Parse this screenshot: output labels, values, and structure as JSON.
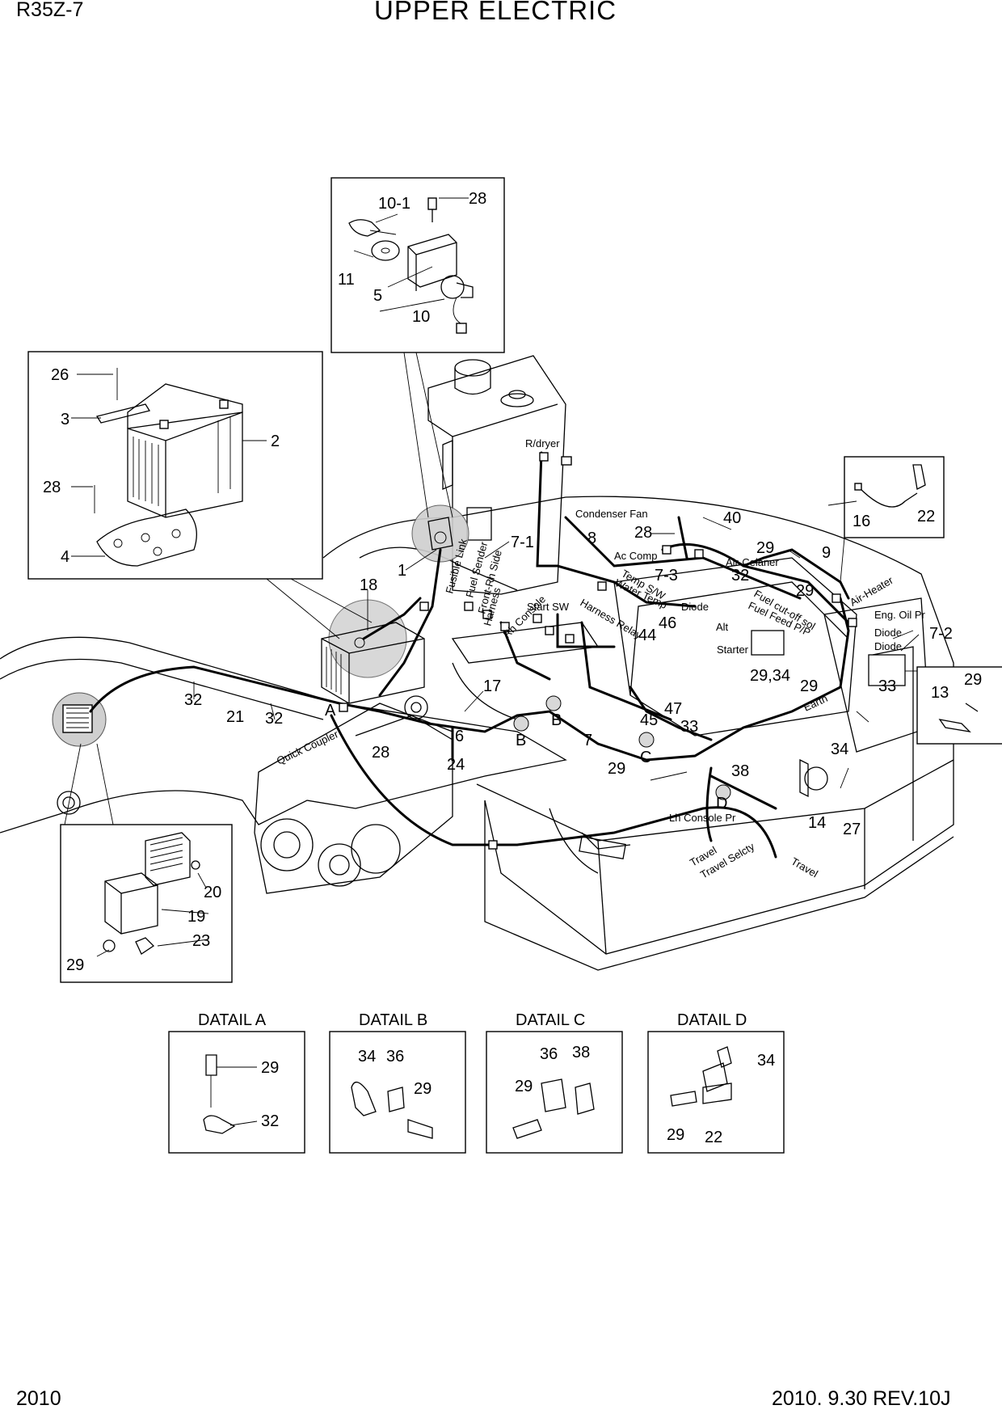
{
  "header": {
    "model": "R35Z-7",
    "title": "UPPER ELECTRIC"
  },
  "footer": {
    "page": "2010",
    "date_rev": "2010. 9.30  REV.10J"
  },
  "callouts": [
    {
      "id": "c-10-1",
      "text": "10-1"
    },
    {
      "id": "c-28-top",
      "text": "28"
    },
    {
      "id": "c-11",
      "text": "11"
    },
    {
      "id": "c-5",
      "text": "5"
    },
    {
      "id": "c-10",
      "text": "10"
    },
    {
      "id": "c-26",
      "text": "26"
    },
    {
      "id": "c-3",
      "text": "3"
    },
    {
      "id": "c-2",
      "text": "2"
    },
    {
      "id": "c-28-bat",
      "text": "28"
    },
    {
      "id": "c-4",
      "text": "4"
    },
    {
      "id": "c-1",
      "text": "1"
    },
    {
      "id": "c-18",
      "text": "18"
    },
    {
      "id": "c-7-1",
      "text": "7-1"
    },
    {
      "id": "c-8",
      "text": "8"
    },
    {
      "id": "c-28-mid",
      "text": "28"
    },
    {
      "id": "c-40",
      "text": "40"
    },
    {
      "id": "c-29-a",
      "text": "29"
    },
    {
      "id": "c-9",
      "text": "9"
    },
    {
      "id": "c-16",
      "text": "16"
    },
    {
      "id": "c-22-top",
      "text": "22"
    },
    {
      "id": "c-7-3",
      "text": "7-3"
    },
    {
      "id": "c-32-mid",
      "text": "32"
    },
    {
      "id": "c-29-b",
      "text": "29"
    },
    {
      "id": "c-7-2",
      "text": "7-2"
    },
    {
      "id": "c-46",
      "text": "46"
    },
    {
      "id": "c-44",
      "text": "44"
    },
    {
      "id": "c-29-34",
      "text": "29,34"
    },
    {
      "id": "c-29-c",
      "text": "29"
    },
    {
      "id": "c-33-r",
      "text": "33"
    },
    {
      "id": "c-13",
      "text": "13"
    },
    {
      "id": "c-29-d",
      "text": "29"
    },
    {
      "id": "c-47",
      "text": "47"
    },
    {
      "id": "c-45",
      "text": "45"
    },
    {
      "id": "c-33-m",
      "text": "33"
    },
    {
      "id": "c-34-m",
      "text": "34"
    },
    {
      "id": "c-17",
      "text": "17"
    },
    {
      "id": "c-32-l",
      "text": "32"
    },
    {
      "id": "c-21",
      "text": "21"
    },
    {
      "id": "c-32-l2",
      "text": "32"
    },
    {
      "id": "c-A",
      "text": "A"
    },
    {
      "id": "c-6",
      "text": "6"
    },
    {
      "id": "c-B1",
      "text": "B"
    },
    {
      "id": "c-B2",
      "text": "B"
    },
    {
      "id": "c-7",
      "text": "7"
    },
    {
      "id": "c-C",
      "text": "C"
    },
    {
      "id": "c-29-e",
      "text": "29"
    },
    {
      "id": "c-38",
      "text": "38"
    },
    {
      "id": "c-D",
      "text": "D"
    },
    {
      "id": "c-14",
      "text": "14"
    },
    {
      "id": "c-27",
      "text": "27"
    },
    {
      "id": "c-28-low",
      "text": "28"
    },
    {
      "id": "c-24",
      "text": "24"
    },
    {
      "id": "c-20",
      "text": "20"
    },
    {
      "id": "c-19",
      "text": "19"
    },
    {
      "id": "c-23",
      "text": "23"
    },
    {
      "id": "c-29-lamp",
      "text": "29"
    }
  ],
  "connector_labels": [
    {
      "id": "l-rdryer",
      "text": "R/dryer"
    },
    {
      "id": "l-condenser",
      "text": "Condenser Fan"
    },
    {
      "id": "l-accomp",
      "text": "Ac Comp"
    },
    {
      "id": "l-aircleaner",
      "text": "Air-Celaner"
    },
    {
      "id": "l-fusible",
      "text": "Fusible Link"
    },
    {
      "id": "l-fuelsender",
      "text": "Fuel Sender"
    },
    {
      "id": "l-frontrh",
      "text": "Front-Rh Side"
    },
    {
      "id": "l-harness",
      "text": "Harness"
    },
    {
      "id": "l-rhconsole",
      "text": "Rh Console"
    },
    {
      "id": "l-startsw",
      "text": "Start SW"
    },
    {
      "id": "l-harnessrelay",
      "text": "Harness Relay"
    },
    {
      "id": "l-tempsw",
      "text": "Temp S/W"
    },
    {
      "id": "l-watertemp",
      "text": "Water Temp"
    },
    {
      "id": "l-diode1",
      "text": "Diode"
    },
    {
      "id": "l-alt",
      "text": "Alt"
    },
    {
      "id": "l-starter",
      "text": "Starter"
    },
    {
      "id": "l-fuelcutoff",
      "text": "Fuel cut-off sol"
    },
    {
      "id": "l-fuelfeed",
      "text": "Fuel Feed P/P"
    },
    {
      "id": "l-airheater",
      "text": "Air-Heater"
    },
    {
      "id": "l-engoil",
      "text": "Eng. Oil Pr"
    },
    {
      "id": "l-diode2",
      "text": "Diode"
    },
    {
      "id": "l-diode3",
      "text": "Diode"
    },
    {
      "id": "l-earth",
      "text": "Earth"
    },
    {
      "id": "l-quickcoupler",
      "text": "Quick Coupler"
    },
    {
      "id": "l-lhconsole",
      "text": "Lh Console Pr"
    },
    {
      "id": "l-travel",
      "text": "Travel"
    },
    {
      "id": "l-travelsel",
      "text": "Travel Selcty"
    },
    {
      "id": "l-travel2",
      "text": "Travel"
    }
  ],
  "details": [
    {
      "title": "DATAIL A",
      "callouts": [
        "29",
        "32"
      ]
    },
    {
      "title": "DATAIL B",
      "callouts": [
        "34",
        "36",
        "29"
      ]
    },
    {
      "title": "DATAIL C",
      "callouts": [
        "36",
        "38",
        "29"
      ]
    },
    {
      "title": "DATAIL D",
      "callouts": [
        "34",
        "29",
        "22"
      ]
    }
  ]
}
